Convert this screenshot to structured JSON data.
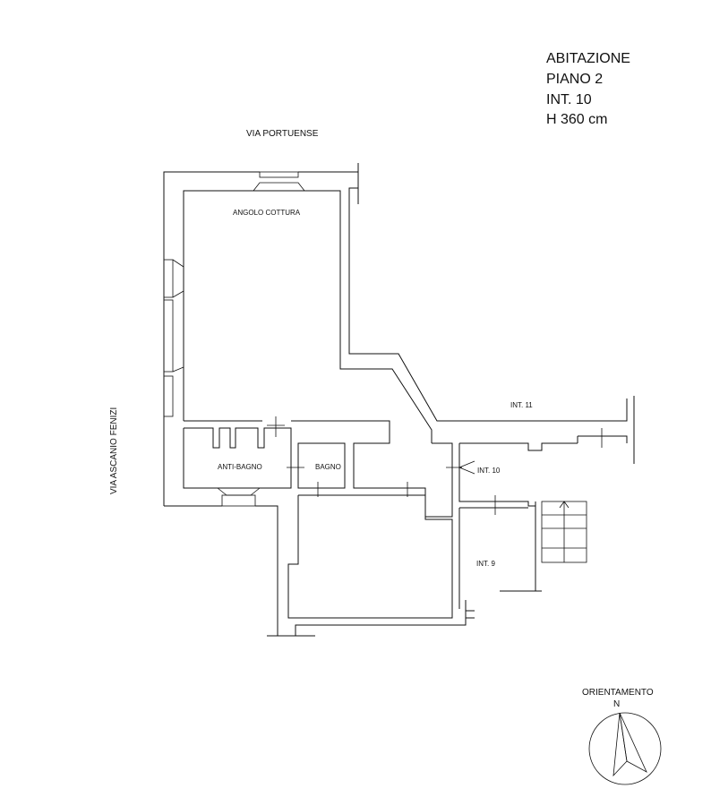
{
  "header": {
    "line1": "ABITAZIONE",
    "line2": "PIANO 2",
    "line3": "INT. 10",
    "line4": "H 360 cm"
  },
  "streets": {
    "north": "VIA PORTUENSE",
    "west": "VIA ASCANIO FENIZI"
  },
  "rooms": {
    "kitchen": "ANGOLO COTTURA",
    "anti_bagno": "ANTI-BAGNO",
    "bagno": "BAGNO",
    "int_10": "INT. 10",
    "int_11": "INT. 11",
    "int_9": "INT. 9"
  },
  "orientation": {
    "label": "ORIENTAMENTO",
    "north": "N"
  }
}
